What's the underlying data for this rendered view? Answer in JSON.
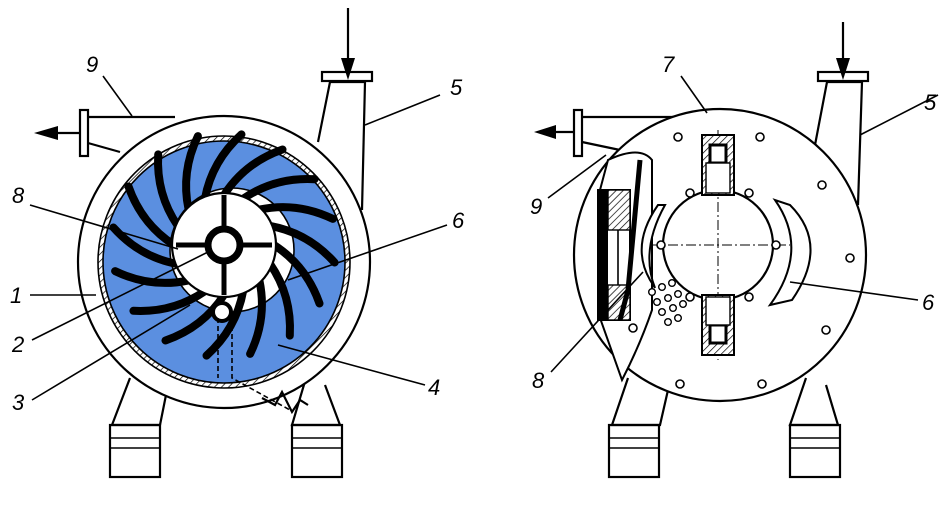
{
  "left_view": {
    "labels": {
      "l9": "9",
      "l5": "5",
      "l8": "8",
      "l6": "6",
      "l1": "1",
      "l2": "2",
      "l3": "3",
      "l4": "4"
    }
  },
  "right_view": {
    "labels": {
      "l7": "7",
      "l5": "5",
      "l9": "9",
      "l6": "6",
      "l8": "8"
    }
  },
  "colors": {
    "liquid_ring": "#5b8fe0",
    "line": "#000000",
    "body": "#ffffff"
  }
}
